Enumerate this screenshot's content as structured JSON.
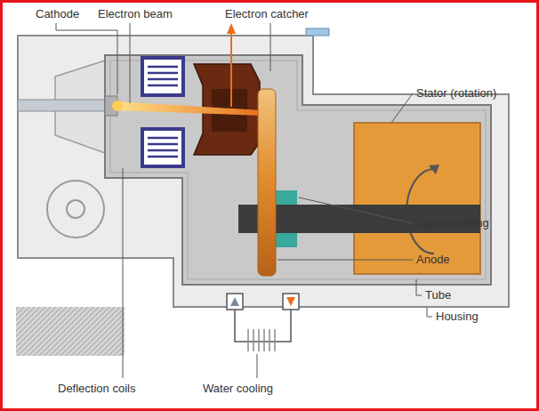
{
  "diagram": {
    "labels": [
      "Cathode",
      "Electron beam",
      "Electron catcher",
      "Stator (rotation)",
      "Liquid bearing",
      "Anode",
      "Tube",
      "Housing",
      "Deflection coils",
      "Water cooling"
    ]
  }
}
